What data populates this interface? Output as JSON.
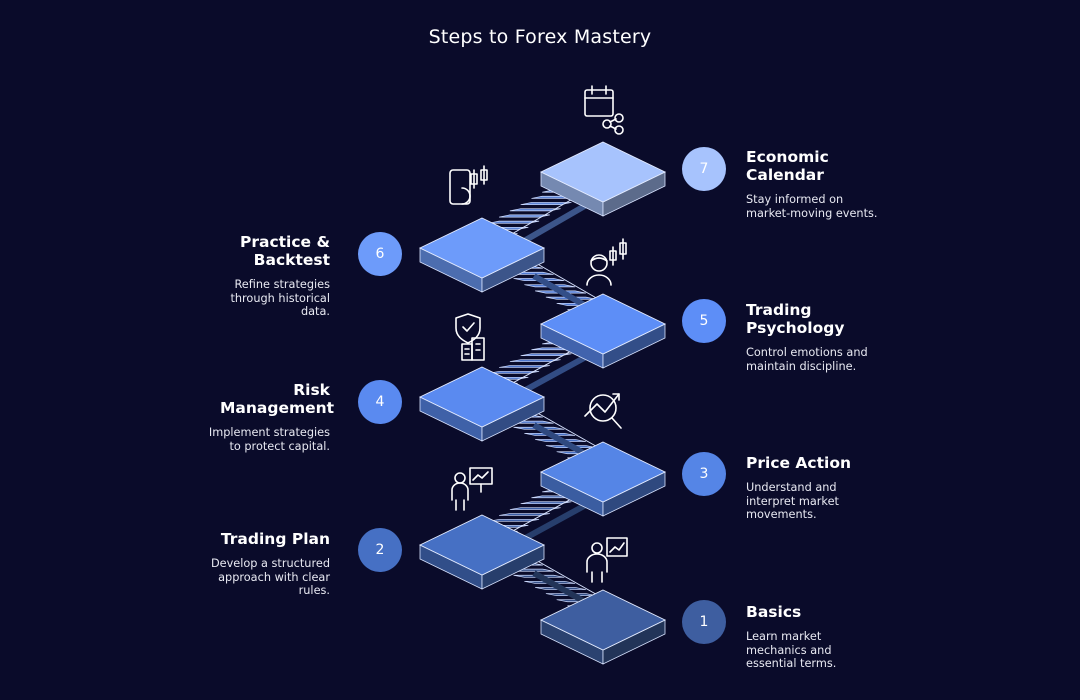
{
  "title": "Steps to Forex Mastery",
  "colors": {
    "background": "#0a0b2a",
    "step1": "#3e5ea0",
    "step2": "#4670c4",
    "step3": "#5585e6",
    "step4": "#5a8af0",
    "step5": "#5d8ef7",
    "step6": "#6d9bfa",
    "step7": "#a7c3fd"
  },
  "steps": [
    {
      "number": "1",
      "title": "Basics",
      "description": "Learn market mechanics and essential terms.",
      "icon": "person-chart-icon",
      "side": "right"
    },
    {
      "number": "2",
      "title": "Trading Plan",
      "description": "Develop a structured approach with clear rules.",
      "icon": "presenter-board-icon",
      "side": "left"
    },
    {
      "number": "3",
      "title": "Price Action",
      "description": "Understand and interpret market movements.",
      "icon": "magnifier-trend-icon",
      "side": "right"
    },
    {
      "number": "4",
      "title": "Risk Management",
      "description": "Implement strategies to protect capital.",
      "icon": "shield-building-icon",
      "side": "left"
    },
    {
      "number": "5",
      "title": "Trading Psychology",
      "description": "Control emotions and maintain discipline.",
      "icon": "trader-candles-icon",
      "side": "right"
    },
    {
      "number": "6",
      "title": "Practice & Backtest",
      "description": "Refine strategies through historical data.",
      "icon": "phone-candles-icon",
      "side": "left"
    },
    {
      "number": "7",
      "title": "Economic Calendar",
      "description": "Stay informed on market-moving events.",
      "icon": "calendar-share-icon",
      "side": "right"
    }
  ]
}
